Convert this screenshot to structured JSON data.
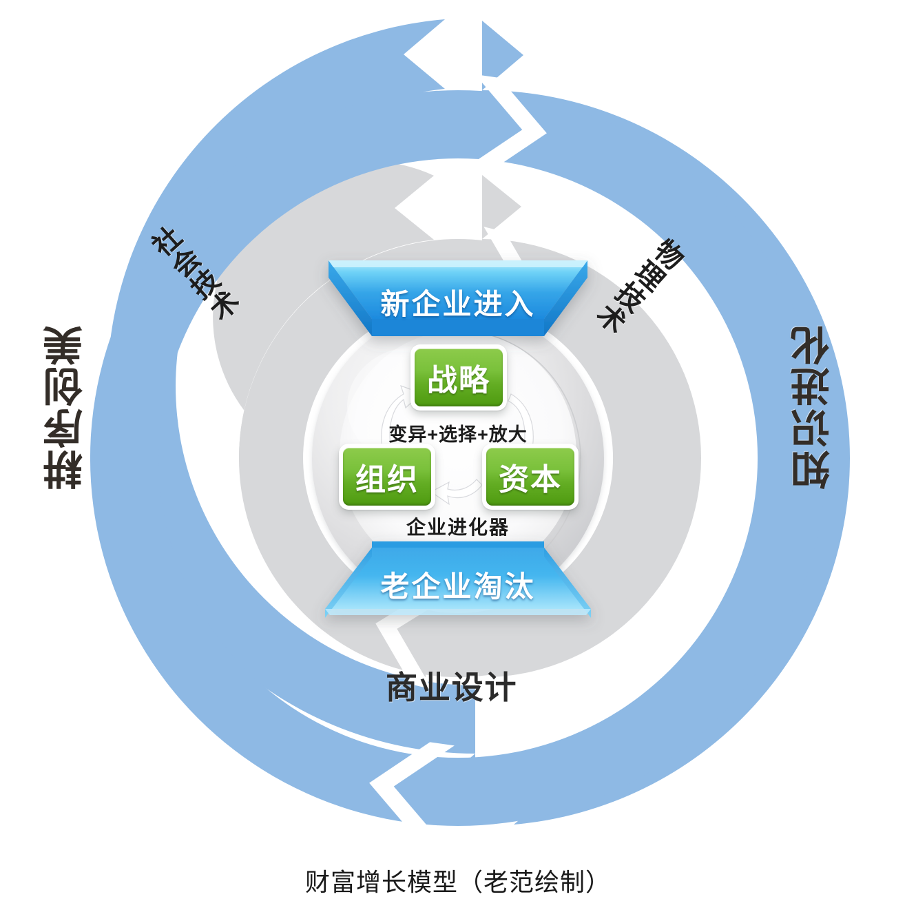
{
  "figure": {
    "caption": "财富增长模型（老范绘制）"
  },
  "outer_ring": {
    "color": "#8eb9e4",
    "labels": [
      {
        "id": "left",
        "text": "耕序创美",
        "position": "left-arc"
      },
      {
        "id": "right",
        "text": "知识进化",
        "position": "right-arc"
      }
    ]
  },
  "middle_ring": {
    "color": "#d7d8da",
    "labels": [
      {
        "id": "social",
        "text": "社会技术",
        "position": "upper-left-arc"
      },
      {
        "id": "physical",
        "text": "物理技术",
        "position": "upper-right-arc"
      },
      {
        "id": "bizdesign",
        "text": "商业设计",
        "position": "bottom-arc"
      }
    ]
  },
  "banners": {
    "color_light": "#7fd8f8",
    "color_dark": "#1a8fe0",
    "top": {
      "text": "新企业进入"
    },
    "bottom": {
      "text": "老企业淘汰"
    }
  },
  "core": {
    "title": "企业进化器",
    "process_label": "变异+选择+放大",
    "chip_color_top": "#8dcb4b",
    "chip_color_bottom": "#4e9a10",
    "chips": [
      {
        "id": "strategy",
        "text": "战略"
      },
      {
        "id": "organization",
        "text": "组织"
      },
      {
        "id": "capital",
        "text": "资本"
      }
    ]
  }
}
